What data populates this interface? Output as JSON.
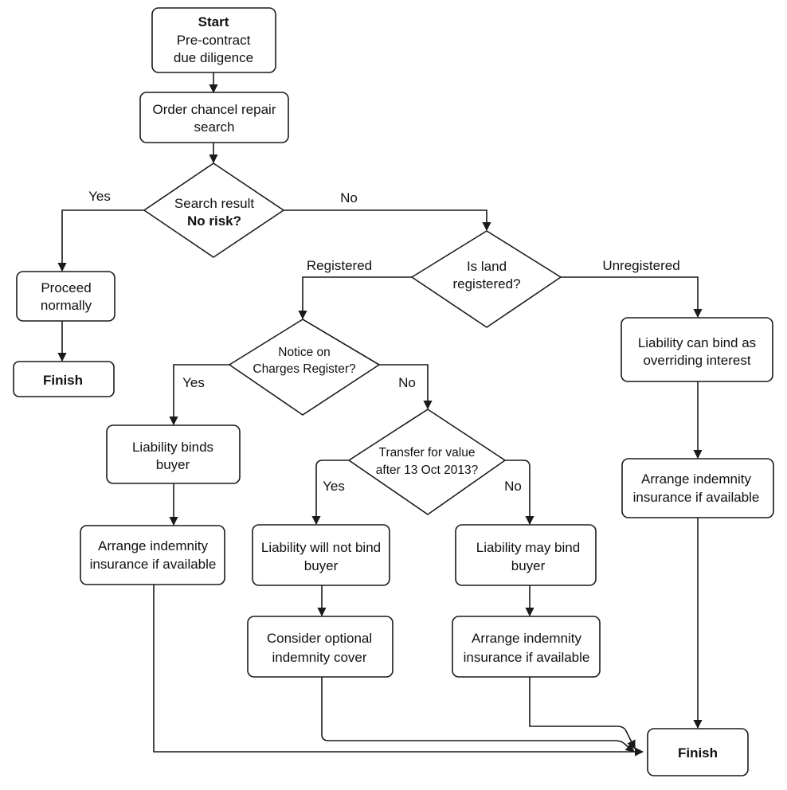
{
  "nodes": {
    "start": {
      "title": "Start",
      "line1": "Pre-contract",
      "line2": "due diligence"
    },
    "order_search": {
      "line1": "Order chancel repair",
      "line2": "search"
    },
    "search_result": {
      "line1": "Search result",
      "line2": "No risk?"
    },
    "proceed": {
      "line1": "Proceed",
      "line2": "normally"
    },
    "finish_left": {
      "line1": "Finish"
    },
    "land_registered": {
      "line1": "Is land",
      "line2": "registered?"
    },
    "notice": {
      "line1": "Notice on",
      "line2": "Charges Register?"
    },
    "unregistered_liability": {
      "line1": "Liability can bind as",
      "line2": "overriding interest"
    },
    "binds_buyer": {
      "line1": "Liability binds",
      "line2": "buyer"
    },
    "transfer": {
      "line1": "Transfer for value",
      "line2": "after 13 Oct 2013?"
    },
    "insurance_left": {
      "line1": "Arrange indemnity",
      "line2": "insurance if available"
    },
    "will_not_bind": {
      "line1": "Liability will not bind",
      "line2": "buyer"
    },
    "may_bind": {
      "line1": "Liability may bind",
      "line2": "buyer"
    },
    "insurance_right": {
      "line1": "Arrange indemnity",
      "line2": "insurance if available"
    },
    "optional_cover": {
      "line1": "Consider optional",
      "line2": "indemnity cover"
    },
    "insurance_mid": {
      "line1": "Arrange indemnity",
      "line2": "insurance if available"
    },
    "finish_final": {
      "line1": "Finish"
    }
  },
  "edge_labels": {
    "search_yes": "Yes",
    "search_no": "No",
    "registered": "Registered",
    "unregistered": "Unregistered",
    "notice_yes": "Yes",
    "notice_no": "No",
    "transfer_yes": "Yes",
    "transfer_no": "No"
  }
}
